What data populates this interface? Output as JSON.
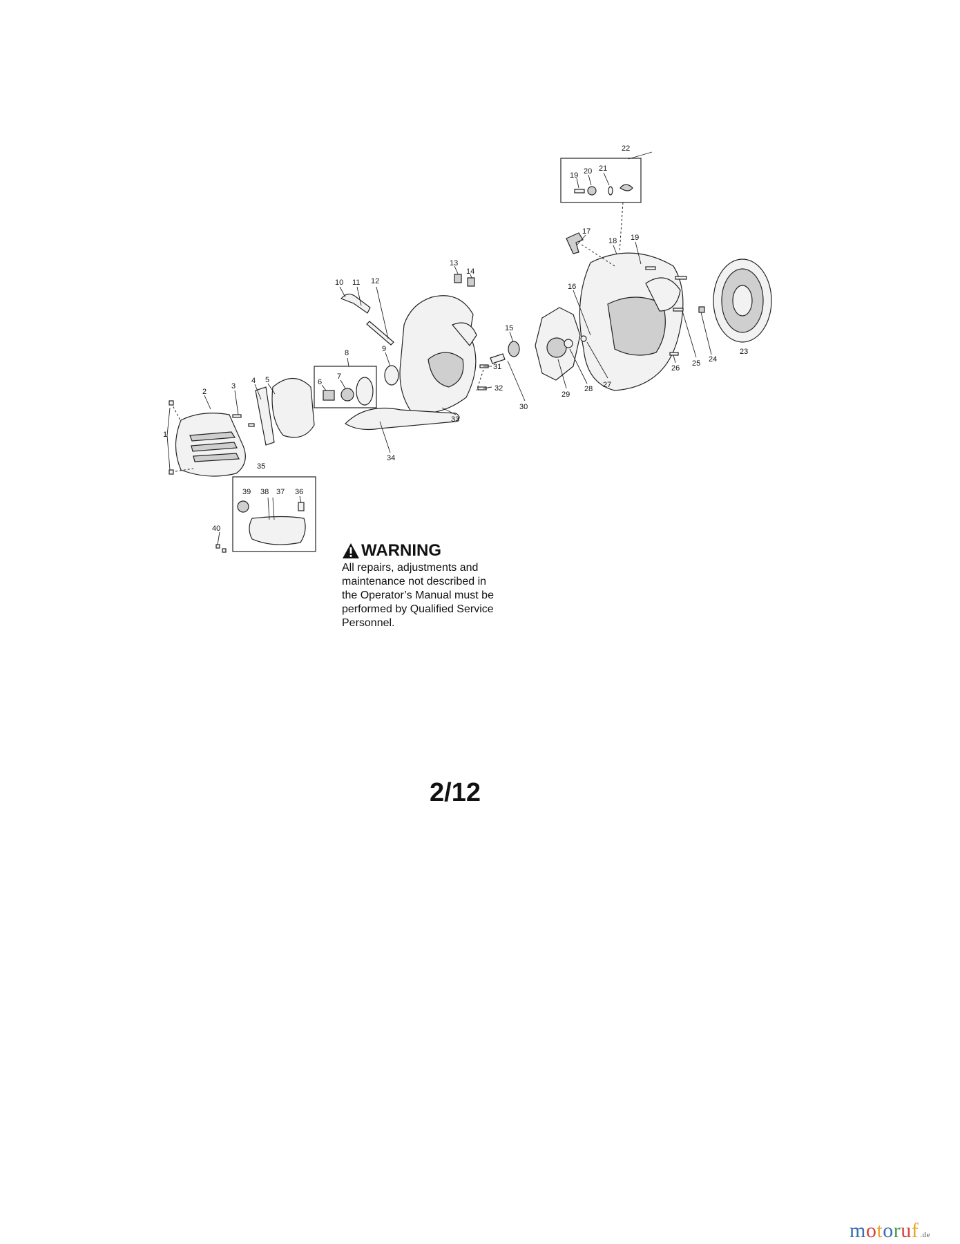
{
  "diagram": {
    "callouts": [
      "1",
      "2",
      "3",
      "4",
      "5",
      "6",
      "7",
      "8",
      "9",
      "10",
      "11",
      "12",
      "13",
      "14",
      "15",
      "16",
      "17",
      "18",
      "19",
      "19",
      "20",
      "21",
      "22",
      "23",
      "24",
      "25",
      "26",
      "27",
      "28",
      "29",
      "30",
      "31",
      "32",
      "33",
      "34",
      "35",
      "36",
      "37",
      "38",
      "39",
      "40"
    ]
  },
  "warning": {
    "title": "WARNING",
    "lines": [
      "All repairs, adjustments and",
      "maintenance not described in",
      "the Operator’s Manual must be",
      "performed by Qualified Service",
      "Personnel."
    ]
  },
  "page_number": "2/12",
  "watermark": {
    "letters": [
      "m",
      "o",
      "t",
      "o",
      "r",
      "u",
      "f"
    ],
    "letter_colors": [
      "#3a6fb0",
      "#d9403a",
      "#e9a52b",
      "#3a6fb0",
      "#4a9a4a",
      "#d9403a",
      "#e9a52b"
    ],
    "tld": ".de"
  }
}
